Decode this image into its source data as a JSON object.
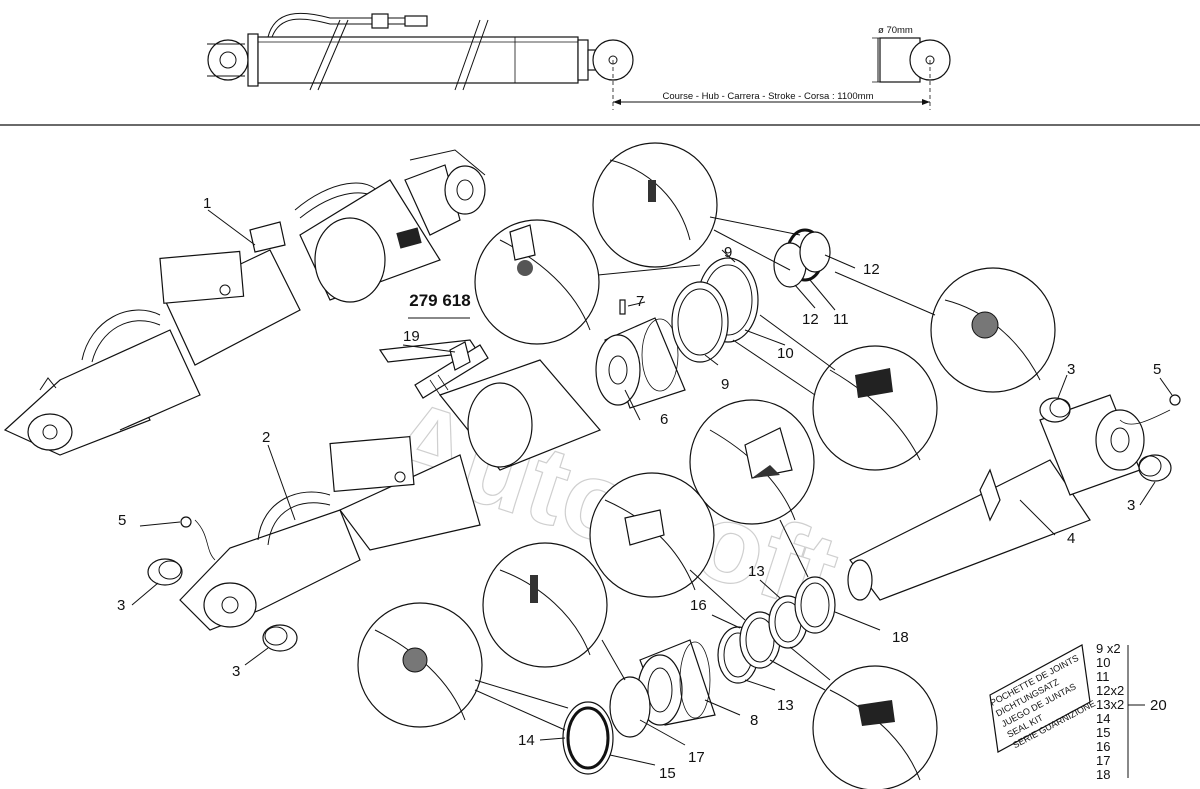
{
  "header": {
    "stroke_text": "Course - Hub - Carrera - Stroke - Corsa : 1100mm",
    "diameter_text": "ø 70mm"
  },
  "reference_number": "279 618",
  "watermark": "AutoSoft",
  "callouts": [
    {
      "id": "c1",
      "label": "1"
    },
    {
      "id": "c2",
      "label": "2"
    },
    {
      "id": "c3a",
      "label": "3"
    },
    {
      "id": "c3b",
      "label": "3"
    },
    {
      "id": "c3c",
      "label": "3"
    },
    {
      "id": "c3d",
      "label": "3"
    },
    {
      "id": "c4",
      "label": "4"
    },
    {
      "id": "c5a",
      "label": "5"
    },
    {
      "id": "c5b",
      "label": "5"
    },
    {
      "id": "c6",
      "label": "6"
    },
    {
      "id": "c7",
      "label": "7"
    },
    {
      "id": "c8",
      "label": "8"
    },
    {
      "id": "c9a",
      "label": "9"
    },
    {
      "id": "c9b",
      "label": "9"
    },
    {
      "id": "c10",
      "label": "10"
    },
    {
      "id": "c11",
      "label": "11"
    },
    {
      "id": "c12a",
      "label": "12"
    },
    {
      "id": "c12b",
      "label": "12"
    },
    {
      "id": "c13a",
      "label": "13"
    },
    {
      "id": "c13b",
      "label": "13"
    },
    {
      "id": "c14",
      "label": "14"
    },
    {
      "id": "c15",
      "label": "15"
    },
    {
      "id": "c16",
      "label": "16"
    },
    {
      "id": "c17",
      "label": "17"
    },
    {
      "id": "c18",
      "label": "18"
    },
    {
      "id": "c19",
      "label": "19"
    },
    {
      "id": "c20",
      "label": "20"
    }
  ],
  "seal_kit": {
    "box_lines": [
      "POCHETTE DE JOINTS",
      "DICHTUNGSATZ",
      "JUEGO DE JUNTAS",
      "SEAL KIT",
      "SERIE GUARNIZIONE"
    ],
    "contents": [
      "9 x2",
      "10",
      "11",
      "12x2",
      "13x2",
      "14",
      "15",
      "16",
      "17",
      "18"
    ],
    "group_label": "20"
  }
}
